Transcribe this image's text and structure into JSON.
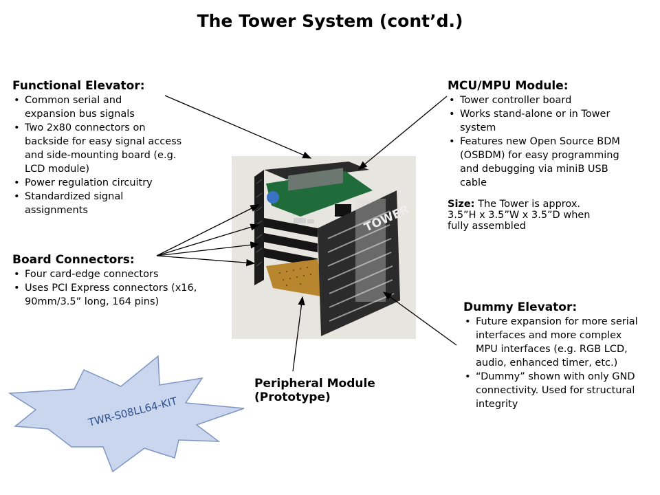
{
  "title": "The Tower System (cont’d.)",
  "functional_elevator": {
    "heading": "Functional Elevator:",
    "bullets": [
      "Common serial and expansion bus signals",
      "Two 2x80 connectors on backside for easy signal access and side-mounting board (e.g. LCD module)",
      "Power regulation circuitry",
      "Standardized signal assignments"
    ]
  },
  "board_connectors": {
    "heading": "Board Connectors:",
    "bullets": [
      "Four card-edge connectors",
      "Uses PCI Express connectors (x16, 90mm/3.5” long, 164 pins)"
    ]
  },
  "mcu_module": {
    "heading": "MCU/MPU Module:",
    "bullets": [
      "Tower controller board",
      "Works stand-alone or in Tower system",
      "Features new Open Source BDM (OSBDM) for easy programming and debugging via miniB USB cable"
    ]
  },
  "size": {
    "label": "Size:",
    "line1": " The Tower is approx.",
    "line2": "3.5”H x 3.5”W x 3.5”D when",
    "line3": "fully assembled"
  },
  "dummy_elevator": {
    "heading": "Dummy Elevator:",
    "bullets": [
      "Future expansion for more serial interfaces and more complex MPU interfaces (e.g. RGB LCD, audio, enhanced timer, etc.)",
      "“Dummy” shown with only GND connectivity. Used for structural integrity"
    ]
  },
  "peripheral_module": {
    "line1": "Peripheral Module",
    "line2": "(Prototype)"
  },
  "kit_label": "TWR-S08LL64-KIT",
  "photo": {
    "elevator_text": "TOWER"
  },
  "colors": {
    "starburst_fill": "#c9d6ee",
    "starburst_stroke": "#7f95c2",
    "kit_text": "#2b4f8c",
    "pcb_green": "#1f6b3a"
  }
}
